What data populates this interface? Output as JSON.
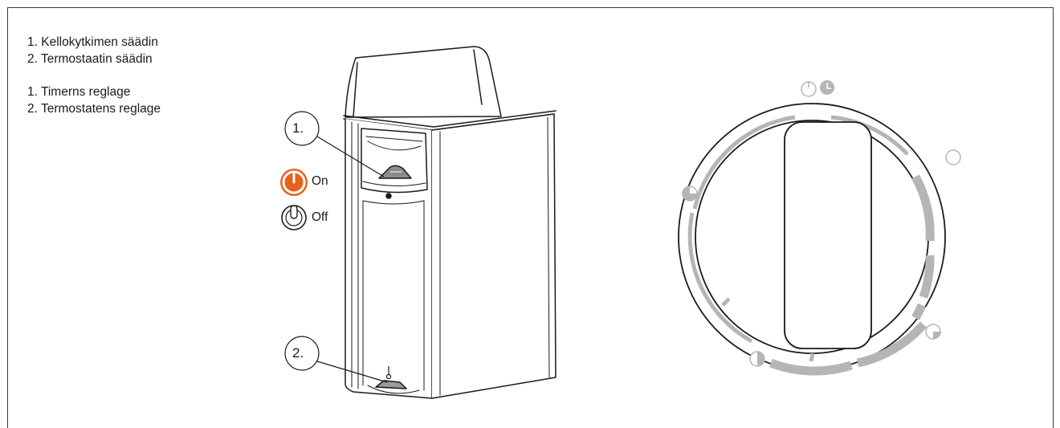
{
  "legend": {
    "finnish": [
      "1. Kellokytkimen säädin",
      "2. Termostaatin säädin"
    ],
    "swedish": [
      "1. Timerns reglage",
      "2. Termostatens reglage"
    ]
  },
  "callouts": {
    "timer": "1.",
    "thermostat": "2."
  },
  "states": {
    "on": "On",
    "off": "Off"
  },
  "colors": {
    "on_power_icon": "#e8601c",
    "line": "#1a1a1a",
    "dial_track": "#b5b5b5"
  },
  "icons": [
    "power-icon",
    "clock-icon",
    "thermometer-icon",
    "temperature-marker-icon"
  ]
}
